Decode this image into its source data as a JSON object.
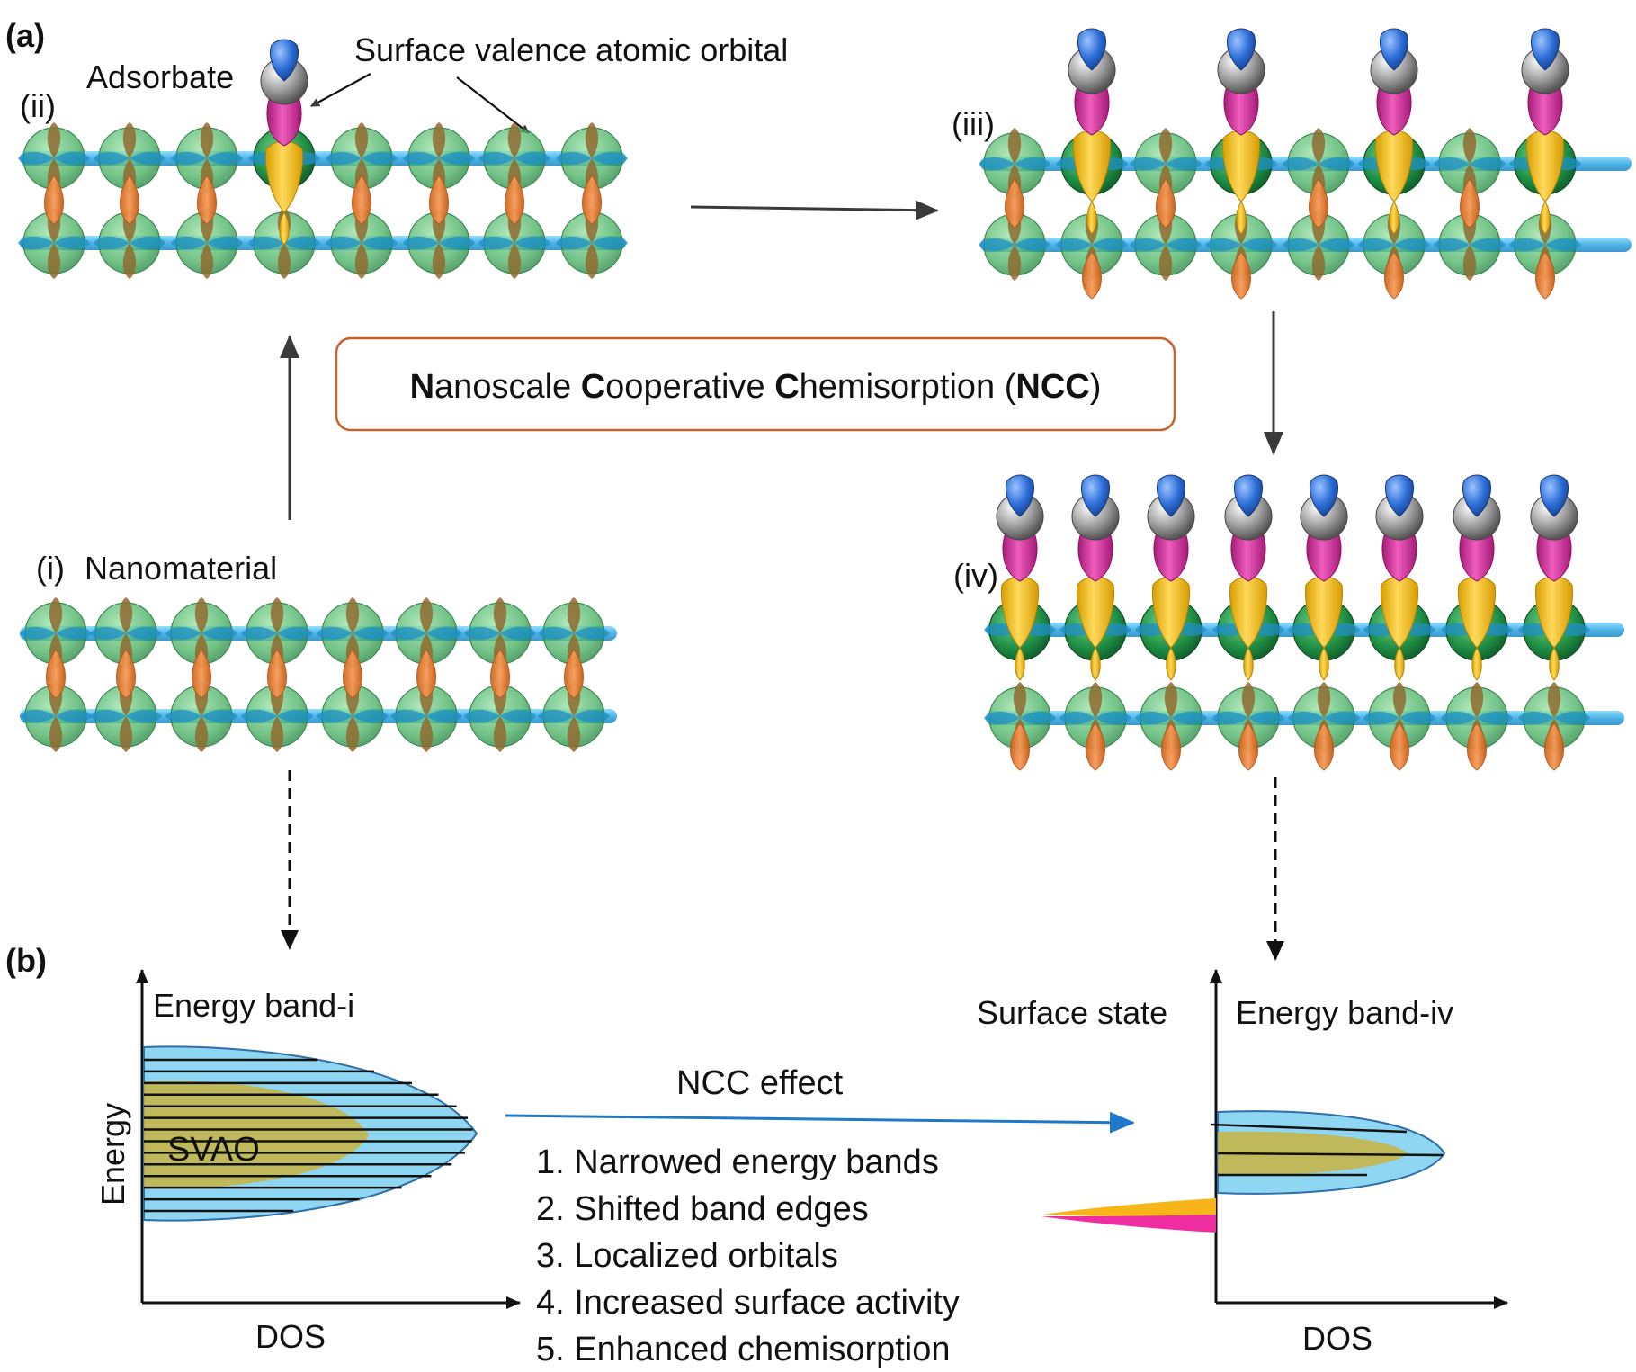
{
  "panel_a": {
    "label": "(a)",
    "adsorbate_label": "Adsorbate",
    "svao_label": "Surface valence atomic orbital",
    "stage_i": "(i)",
    "stage_i_name": "Nanomaterial",
    "stage_ii": "(ii)",
    "stage_iii": "(iii)",
    "stage_iv": "(iv)",
    "ncc_title": {
      "p1_bold": "N",
      "p1": "anoscale ",
      "p2_bold": "C",
      "p2": "ooperative ",
      "p3_bold": "C",
      "p3": "hemisorption (",
      "p4_bold": "NCC",
      "p4": ")"
    }
  },
  "panel_b": {
    "label": "(b)",
    "left_band_title": "Energy band-i",
    "left_y_axis": "Energy",
    "left_x_axis": "DOS",
    "svao_short": "SVAO",
    "effect_label": "NCC effect",
    "effects": [
      "1. Narrowed energy bands",
      "2. Shifted band edges",
      "3. Localized orbitals",
      "4. Increased surface activity",
      "5. Enhanced chemisorption"
    ],
    "surface_state": "Surface state",
    "right_band_title": "Energy band-iv",
    "right_x_axis": "DOS"
  },
  "colors": {
    "pz_lobe": "#e8823a",
    "p_lobe_blue": "#3fb6e6",
    "sphere_green": "#4cbf6e",
    "adsorbate_yellow": "#f7c21a",
    "adsorbate_magenta": "#d72c9c",
    "adsorbate_gray": "#9a9a9a",
    "adsorbate_blue": "#2a6fd6",
    "band_blue": "#8fd6f2",
    "band_gold": "#c9b23a",
    "ncc_box_border": "#c8622a",
    "arrow_blue": "#1f78c8"
  }
}
